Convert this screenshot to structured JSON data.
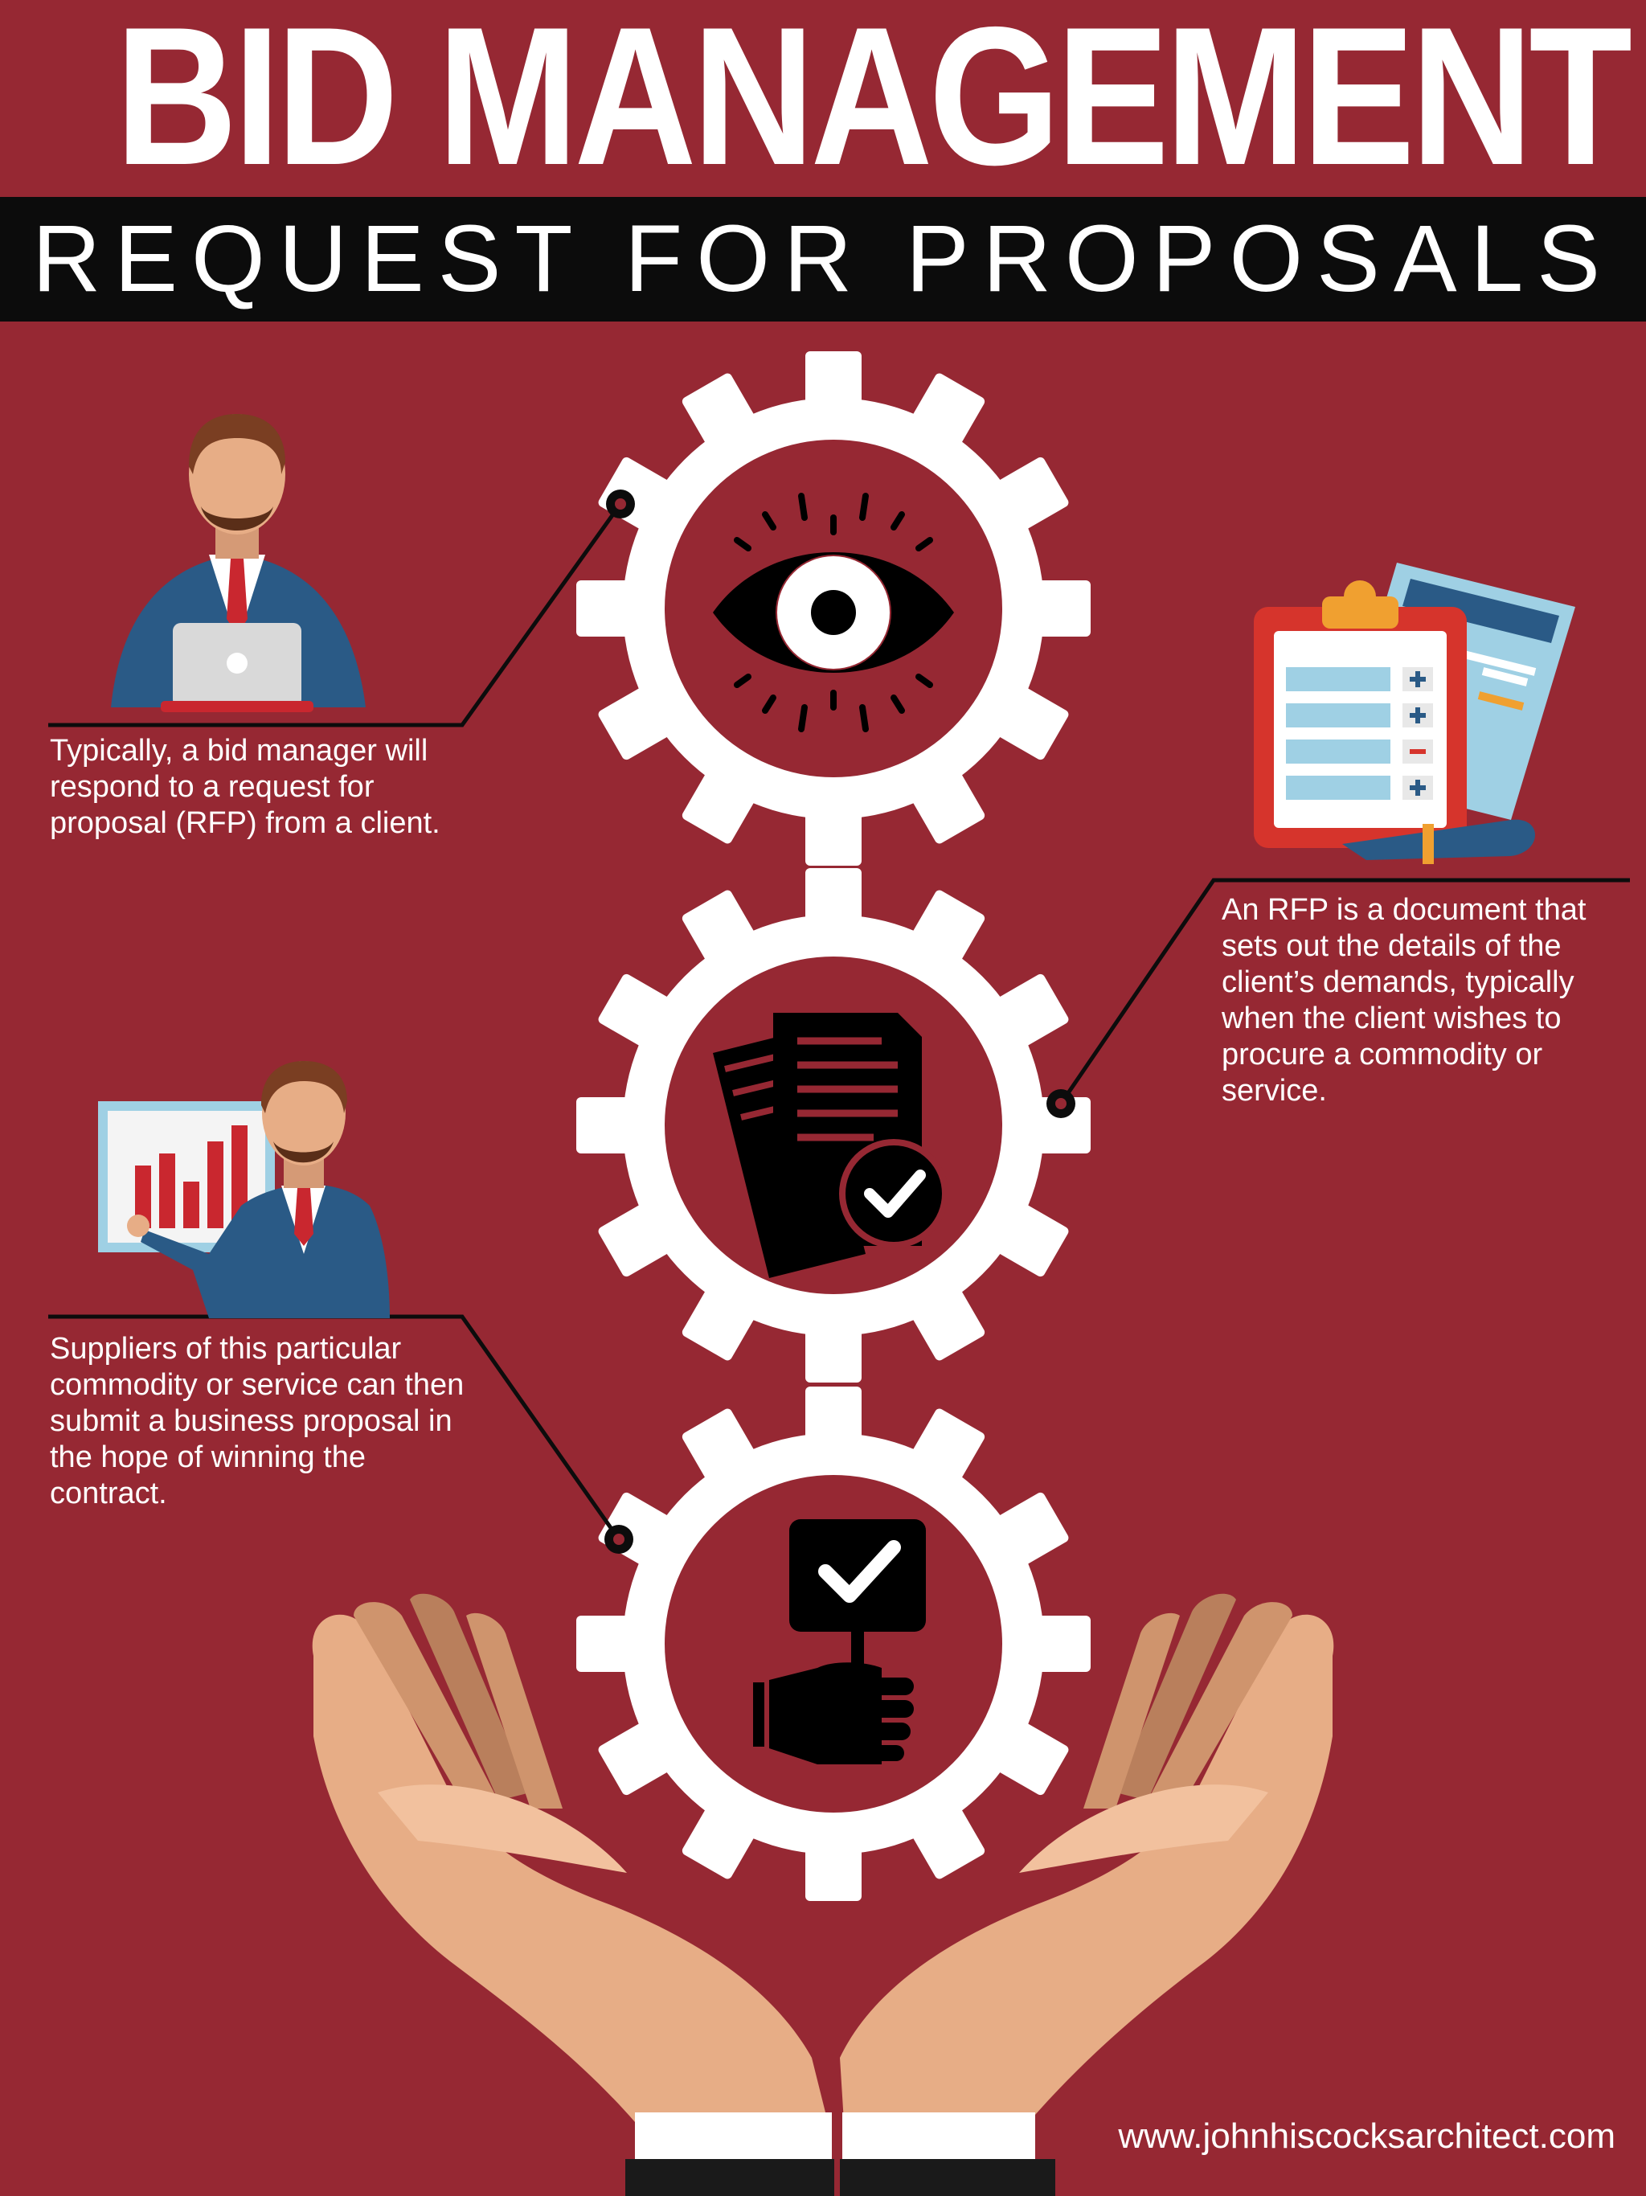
{
  "header": {
    "title": "BID MANAGEMENT",
    "subtitle": "REQUEST FOR PROPOSALS"
  },
  "captions": {
    "step1": "Typically, a bid manager will respond to a request for proposal (RFP) from a client.",
    "step2": "An RFP is a document that sets out the details of the client’s demands, typically when the client wishes to procure a commodity or service.",
    "step3": "Suppliers of this particular commodity or service can then submit a business proposal in the hope of winning the contract."
  },
  "footer": {
    "website": "www.johnhiscocksarchitect.com"
  },
  "icons": [
    "eye-icon",
    "documents-check-icon",
    "hand-check-sign-icon",
    "gear-icon",
    "clipboard-icon",
    "laptop-icon",
    "bar-chart-icon",
    "open-hands-icon"
  ],
  "colors": {
    "background": "#962833",
    "band": "#0c0c0c",
    "text": "#ffffff",
    "gear": "#ffffff",
    "skin": "#e7ad86",
    "suit": "#2a5a86",
    "tie": "#c9272f",
    "clipboard": "#d6342c",
    "paper_blue": "#9fd0e4"
  }
}
